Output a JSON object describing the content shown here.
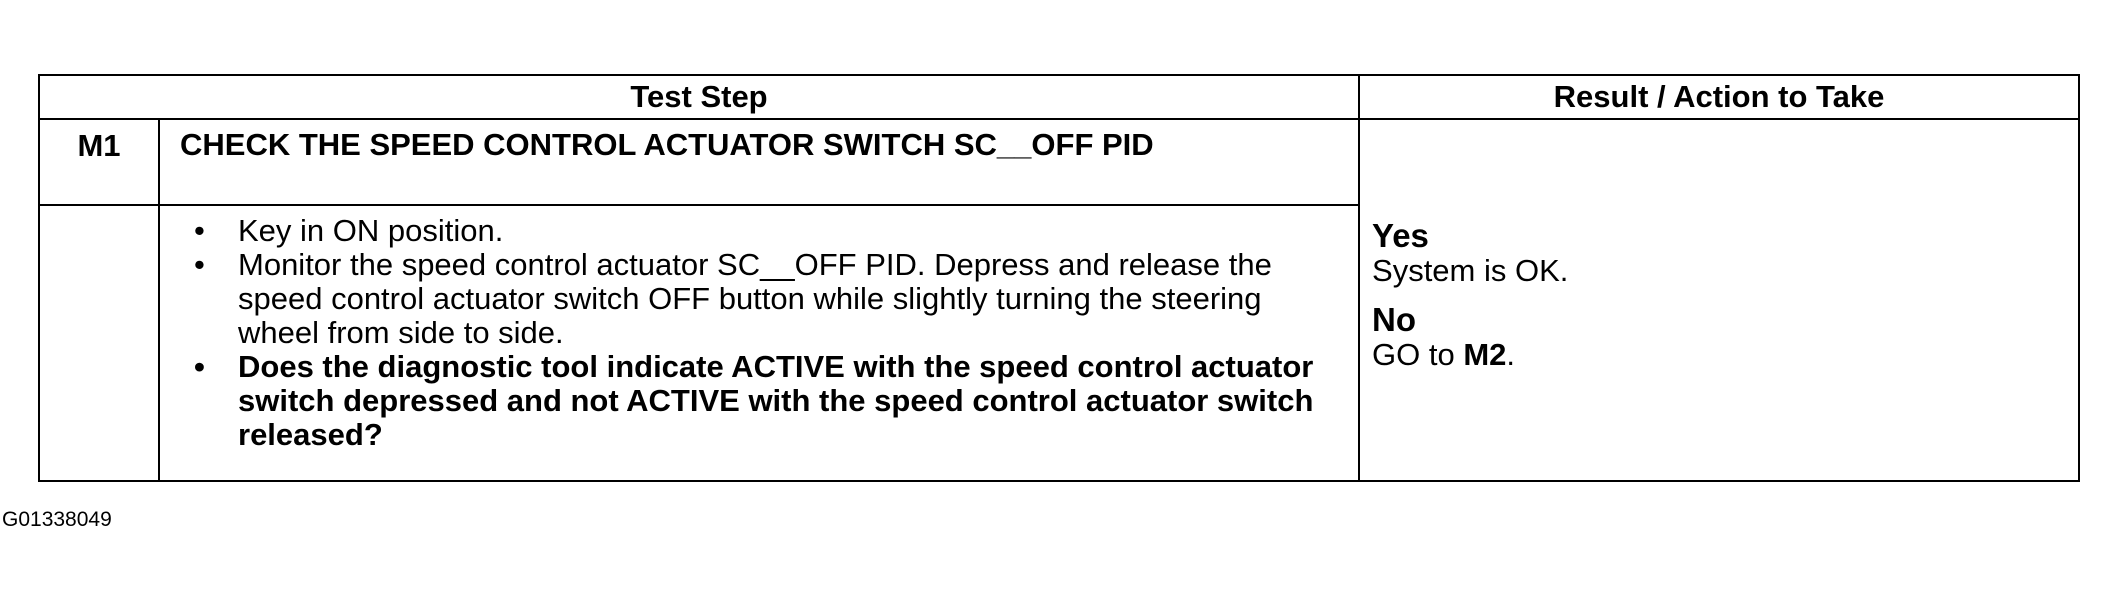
{
  "header": {
    "test_step": "Test Step",
    "result_action": "Result / Action to Take"
  },
  "step": {
    "id": "M1",
    "title": "CHECK THE SPEED CONTROL ACTUATOR SWITCH SC__OFF PID",
    "instructions": [
      {
        "text": "Key in ON position.",
        "bold": false
      },
      {
        "text": "Monitor the speed control actuator SC__OFF PID. Depress and release the speed control actuator switch OFF button while slightly turning the steering wheel from side to side.",
        "bold": false
      },
      {
        "text": "Does the diagnostic tool indicate ACTIVE with the speed control actuator switch depressed and not ACTIVE with the speed control actuator switch released?",
        "bold": true
      }
    ],
    "bullet_glyph": "•"
  },
  "results": {
    "yes": {
      "label": "Yes",
      "text": "System is OK."
    },
    "no": {
      "label": "No",
      "text_prefix": "GO to ",
      "target": "M2",
      "text_suffix": "."
    }
  },
  "figure_id": "G01338049"
}
